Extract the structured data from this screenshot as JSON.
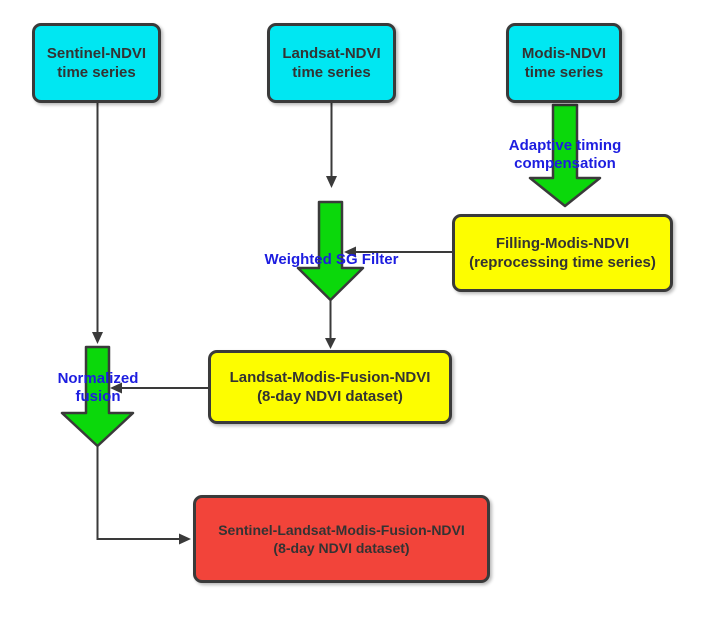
{
  "diagram": {
    "type": "flowchart",
    "nodes": {
      "sentinel": {
        "line1": "Sentinel-NDVI",
        "line2": "time series"
      },
      "landsat": {
        "line1": "Landsat-NDVI",
        "line2": "time series"
      },
      "modis": {
        "line1": "Modis-NDVI",
        "line2": "time series"
      },
      "filling_modis": {
        "line1": "Filling-Modis-NDVI",
        "line2": "(reprocessing time series)"
      },
      "landsat_modis_fusion": {
        "line1": "Landsat-Modis-Fusion-NDVI",
        "line2": "(8-day NDVI dataset)"
      },
      "sentinel_landsat_modis_fusion": {
        "line1": "Sentinel-Landsat-Modis-Fusion-NDVI",
        "line2": "(8-day NDVI dataset)"
      }
    },
    "process_labels": {
      "adaptive_timing": {
        "line1": "Adaptive timing",
        "line2": "compensation"
      },
      "weighted_sg": {
        "line1": "Weighted SG Filter"
      },
      "normalized_fusion": {
        "line1": "Normalized",
        "line2": "fusion"
      }
    },
    "edges": [
      {
        "from": "Modis-NDVI time series",
        "to": "Filling-Modis-NDVI",
        "label": "Adaptive timing compensation",
        "style": "green-block-arrow"
      },
      {
        "from": "Landsat-NDVI time series",
        "to": "Landsat-Modis-Fusion-NDVI",
        "label": "Weighted SG Filter",
        "style": "green-block-arrow"
      },
      {
        "from": "Filling-Modis-NDVI",
        "to": "Weighted SG Filter arrow",
        "label": "",
        "style": "thin-arrow"
      },
      {
        "from": "Sentinel-NDVI time series",
        "to": "Sentinel-Landsat-Modis-Fusion-NDVI",
        "label": "Normalized fusion",
        "style": "green-block-arrow"
      },
      {
        "from": "Landsat-Modis-Fusion-NDVI",
        "to": "Normalized fusion arrow",
        "label": "",
        "style": "thin-arrow"
      }
    ],
    "colors": {
      "node_cyan": "#00e7f2",
      "node_yellow": "#fdfd00",
      "node_red": "#f2443a",
      "arrow_green": "#0bd80b",
      "label_blue": "#1d1de0",
      "outline": "#3a3a3a",
      "background": "#ffffff"
    }
  }
}
